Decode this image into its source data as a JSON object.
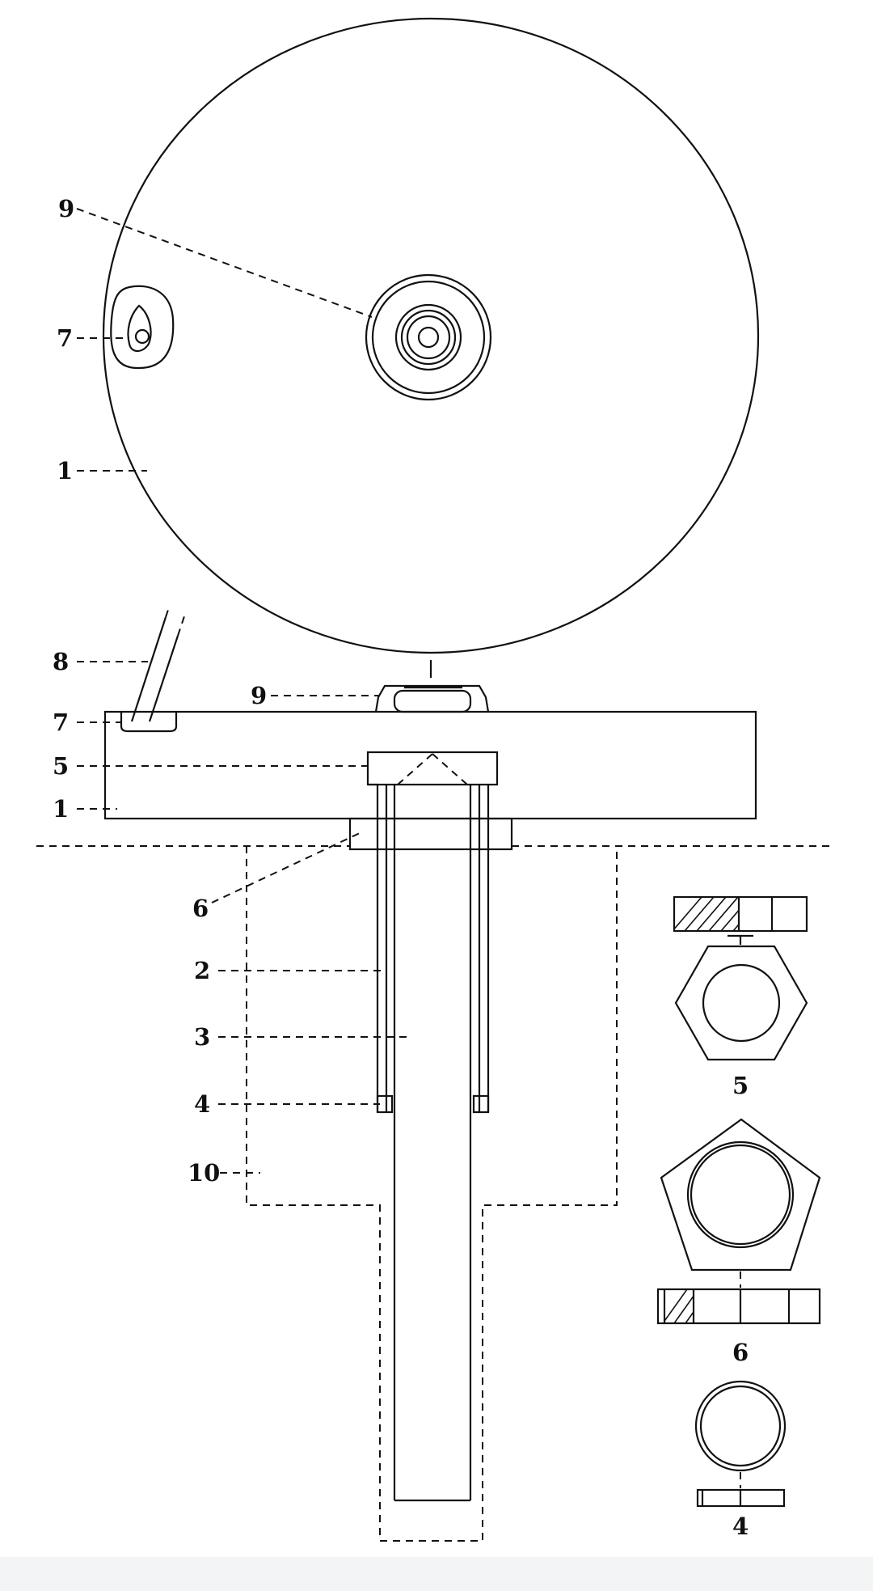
{
  "labels": {
    "top_9": "9",
    "top_7": "7",
    "top_1": "1",
    "side_8": "8",
    "side_9": "9",
    "side_7": "7",
    "side_5": "5",
    "side_1": "1",
    "side_6": "6",
    "side_2": "2",
    "side_3": "3",
    "side_4": "4",
    "side_10": "10",
    "detail_5": "5",
    "detail_6": "6",
    "detail_4": "4"
  },
  "colors": {
    "line": "#111111",
    "background": "#ffffff",
    "footer_band": "#f3f4f6"
  }
}
